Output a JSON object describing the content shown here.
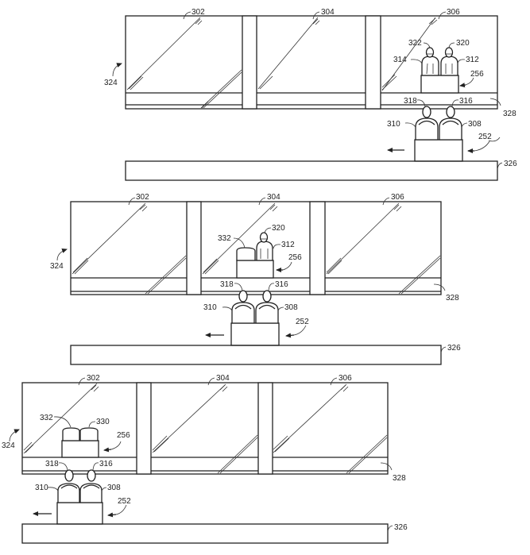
{
  "figure": {
    "panels": [
      {
        "id": "panel-1",
        "labels": {
          "window_a": "302",
          "window_b": "304",
          "window_c": "306",
          "structure": "324",
          "band": "328",
          "platform": "326",
          "vehicle": "252",
          "far_vehicle": "256",
          "seat_right": "308",
          "seat_left": "310",
          "rider_right": "316",
          "rider_left": "318",
          "far_seat_right": "312",
          "far_seat_left": "314",
          "far_rider_right": "320",
          "far_rider_left": "322"
        }
      },
      {
        "id": "panel-2",
        "labels": {
          "window_a": "302",
          "window_b": "304",
          "window_c": "306",
          "structure": "324",
          "band": "328",
          "platform": "326",
          "vehicle": "252",
          "far_vehicle": "256",
          "seat_right": "308",
          "seat_left": "310",
          "rider_right": "316",
          "rider_left": "318",
          "far_seat_right": "312",
          "far_seat_left": "332",
          "far_rider_right": "320"
        }
      },
      {
        "id": "panel-3",
        "labels": {
          "window_a": "302",
          "window_b": "304",
          "window_c": "306",
          "structure": "324",
          "band": "328",
          "platform": "326",
          "vehicle": "252",
          "far_vehicle": "256",
          "seat_right": "308",
          "seat_left": "310",
          "rider_right": "316",
          "rider_left": "318",
          "far_seat_right": "330",
          "far_seat_left": "332"
        }
      }
    ],
    "direction": "left"
  }
}
